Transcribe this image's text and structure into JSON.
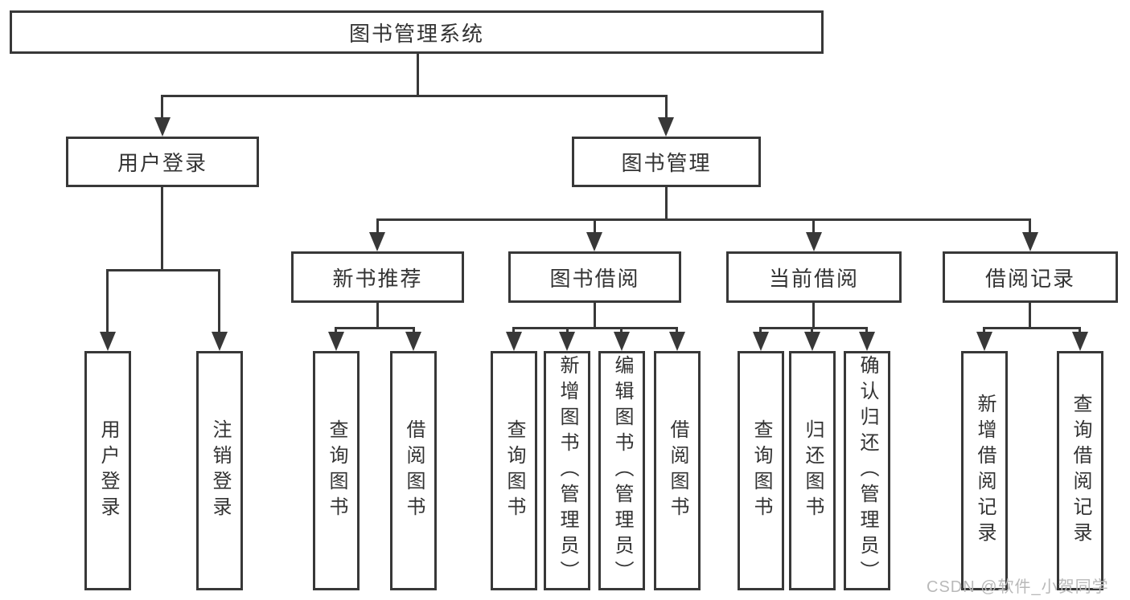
{
  "tree": {
    "root": {
      "label": "图书管理系统"
    },
    "level2": [
      {
        "label": "用户登录"
      },
      {
        "label": "图书管理"
      }
    ],
    "level3": [
      {
        "label": "新书推荐",
        "parent": "图书管理"
      },
      {
        "label": "图书借阅",
        "parent": "图书管理"
      },
      {
        "label": "当前借阅",
        "parent": "图书管理"
      },
      {
        "label": "借阅记录",
        "parent": "图书管理"
      }
    ],
    "leaves": [
      {
        "label": "用户登录",
        "parent": "用户登录"
      },
      {
        "label": "注销登录",
        "parent": "用户登录"
      },
      {
        "label": "查询图书",
        "parent": "新书推荐"
      },
      {
        "label": "借阅图书",
        "parent": "新书推荐"
      },
      {
        "label": "查询图书",
        "parent": "图书借阅"
      },
      {
        "label": "新增图书（管理员）",
        "parent": "图书借阅"
      },
      {
        "label": "编辑图书（管理员）",
        "parent": "图书借阅"
      },
      {
        "label": "借阅图书",
        "parent": "图书借阅"
      },
      {
        "label": "查询图书",
        "parent": "当前借阅"
      },
      {
        "label": "归还图书",
        "parent": "当前借阅"
      },
      {
        "label": "确认归还（管理员）",
        "parent": "当前借阅"
      },
      {
        "label": "新增借阅记录",
        "parent": "借阅记录"
      },
      {
        "label": "查询借阅记录",
        "parent": "借阅记录"
      }
    ]
  },
  "watermark": {
    "text": "CSDN @软件_小贺同学"
  },
  "colors": {
    "line": "#383838",
    "text": "#333333",
    "watermark": "#b9b9b9",
    "background": "#ffffff"
  }
}
